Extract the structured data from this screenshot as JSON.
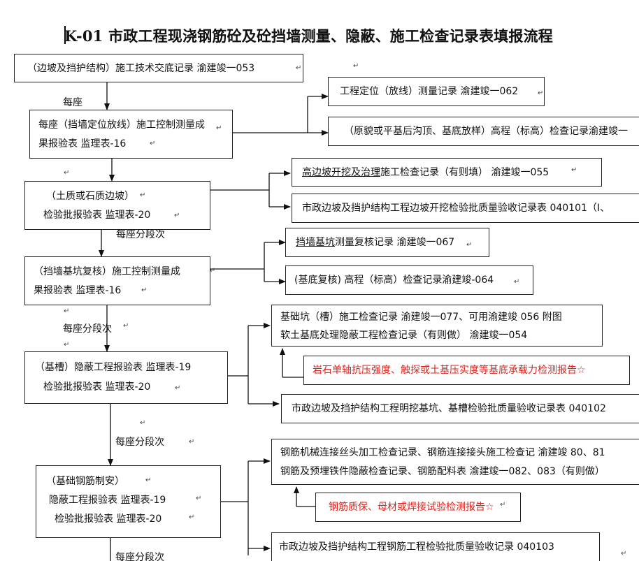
{
  "title": "K-01 市政工程现浇钢筋砼及砼挡墙测量、隐蔽、施工检查记录表填报流程",
  "para_mark": "↵",
  "main_boxes": [
    {
      "lines": [
        "（边坡及挡护结构）施工技术交底记录  渝建竣一053"
      ]
    },
    {
      "lines": [
        "每座（挡墙定位放线）施工控制测量成",
        "果报验表    监理表-16"
      ]
    },
    {
      "lines": [
        "（土质或石质边坡）",
        "检验批报验表    监理表-20"
      ]
    },
    {
      "lines": [
        "（挡墙基坑复核）施工控制测量成",
        "果报验表    监理表-16"
      ]
    },
    {
      "lines": [
        "（基槽）隐蔽工程报验表    监理表-19",
        "检验批报验表    监理表-20"
      ]
    },
    {
      "lines": [
        "（基础钢筋制安）",
        "隐蔽工程报验表    监理表-19",
        "检验批报验表    监理表-20"
      ]
    }
  ],
  "flow_labels": [
    "每座",
    "每座分段次",
    "每座分段次",
    "每座分段次",
    "每座分段次"
  ],
  "side_boxes": [
    {
      "lines": [
        "工程定位（放线）测量记录   渝建竣一062"
      ]
    },
    {
      "lines": [
        "（原貌或平基后沟顶、基底放样）高程（标高）检查记录渝建竣一"
      ]
    },
    {
      "lines": [
        "高边坡开挖及治理施工检查记录（有则填）   渝建竣一055"
      ],
      "underline": "高边坡开挖及治理"
    },
    {
      "lines": [
        "市政边坡及挡护结构工程边坡开挖检验批质量验收记录表  040101（Ⅰ、"
      ]
    },
    {
      "lines": [
        "挡墙基坑测量复核记录  渝建竣一067"
      ],
      "underline": "挡墙基坑"
    },
    {
      "lines": [
        "(基底复核) 高程（标高）检查记录渝建竣-064"
      ]
    },
    {
      "lines": [
        "基础坑（槽）施工检查记录   渝建竣一077、可用渝建竣 056 附图",
        "软土基底处理隐蔽工程检查记录（有则做）    渝建竣一054"
      ]
    },
    {
      "lines": [
        "岩石单轴抗压强度、触探或土基压实度等基底承载力检测报告☆"
      ],
      "red": true
    },
    {
      "lines": [
        "市政边坡及挡护结构工程明挖基坑、基槽检验批质量验收记录表  040102"
      ]
    },
    {
      "lines": [
        "钢筋机械连接丝头加工检查记录、钢筋连接接头施工检查记    渝建竣 80、81",
        "钢筋及预埋铁件隐蔽检查记录、钢筋配料表    渝建竣一082、083（有则做）"
      ]
    },
    {
      "lines": [
        "钢筋质保、母材或焊接试验检测报告☆"
      ],
      "red": true
    },
    {
      "lines": [
        "市政边坡及挡护结构工程钢筋工程检验批质量验收记录  040103"
      ]
    }
  ]
}
